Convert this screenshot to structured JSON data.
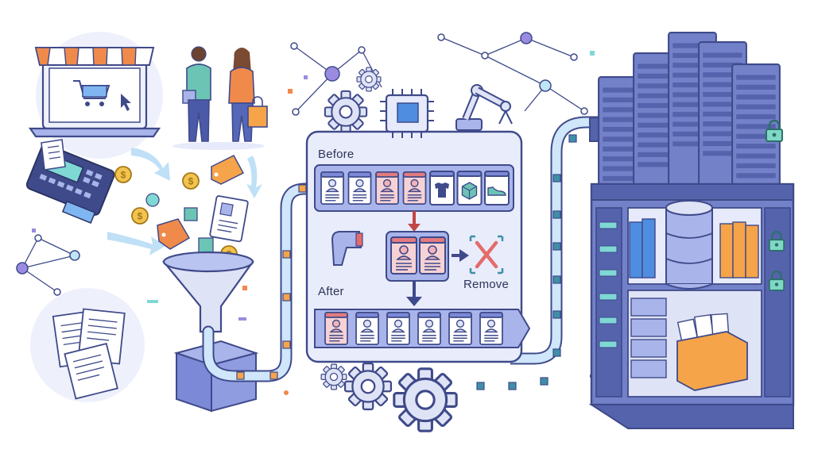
{
  "labels": {
    "before": "Before",
    "after": "After",
    "remove": "Remove"
  },
  "colors": {
    "outline": "#3f4a8a",
    "panel": "#e6eafb",
    "panel_dark": "#a9b5ea",
    "server": "#7381c9",
    "server_dark": "#5563ad",
    "pipe": "#cfe6fb",
    "duplicate_red": "#f4c3c6",
    "remove_red": "#e56b6b",
    "accent_teal": "#7fd8d4",
    "coin_gold": "#f2c34f",
    "awning_orange": "#f08a4b",
    "folder_orange": "#f5a44a",
    "connector_purple": "#9a8be0"
  },
  "before_row": [
    {
      "kind": "profile"
    },
    {
      "kind": "profile"
    },
    {
      "kind": "profile-duplicate"
    },
    {
      "kind": "profile-duplicate"
    },
    {
      "kind": "shirt"
    },
    {
      "kind": "cube"
    },
    {
      "kind": "shoe"
    }
  ],
  "after_row": [
    {
      "kind": "profile-duplicate"
    },
    {
      "kind": "profile"
    },
    {
      "kind": "profile"
    },
    {
      "kind": "profile"
    },
    {
      "kind": "profile"
    },
    {
      "kind": "profile"
    }
  ],
  "icons": [
    "storefront-laptop-icon",
    "shopping-cart-icon",
    "cursor-icon",
    "customers-icon",
    "shopping-bag-icon",
    "card-terminal-icon",
    "receipt-icon",
    "coin-icon",
    "price-tag-icon",
    "profile-card-icon",
    "funnel-icon",
    "documents-icon",
    "network-icon",
    "chip-icon",
    "robot-arm-icon",
    "gear-icon",
    "barcode-scanner-icon",
    "remove-x-icon",
    "arrow-icon",
    "database-icon",
    "server-rack-icon",
    "lock-icon",
    "folder-icon"
  ]
}
